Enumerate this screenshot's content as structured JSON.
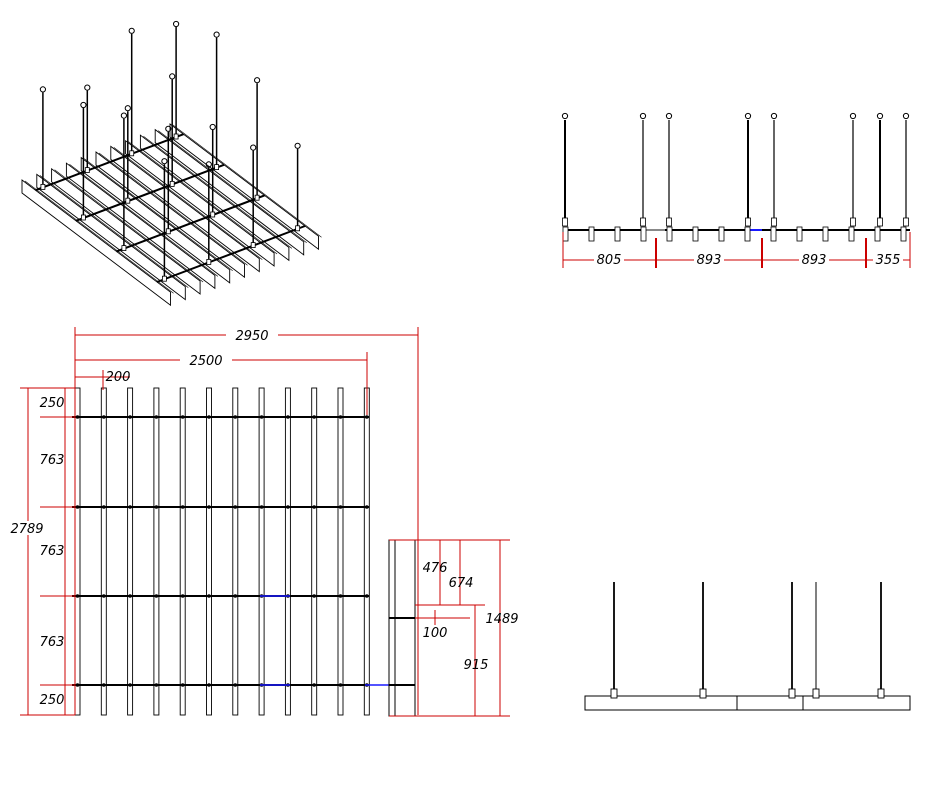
{
  "colors": {
    "line": "#000000",
    "dimension": "#cc0000",
    "accent": "#1a1aff",
    "panel_fill": "#ffffff"
  },
  "front_view": {
    "dimensions": [
      "805",
      "893",
      "893",
      "355"
    ]
  },
  "plan_view": {
    "overall_width": "2950",
    "rail_length": "2500",
    "slat_pitch": "200",
    "overall_depth": "2789",
    "row_spacings": [
      "250",
      "763",
      "763",
      "763",
      "250"
    ],
    "side_dims": {
      "a": "476",
      "b": "674",
      "c": "100",
      "d": "1489",
      "e": "915"
    }
  }
}
